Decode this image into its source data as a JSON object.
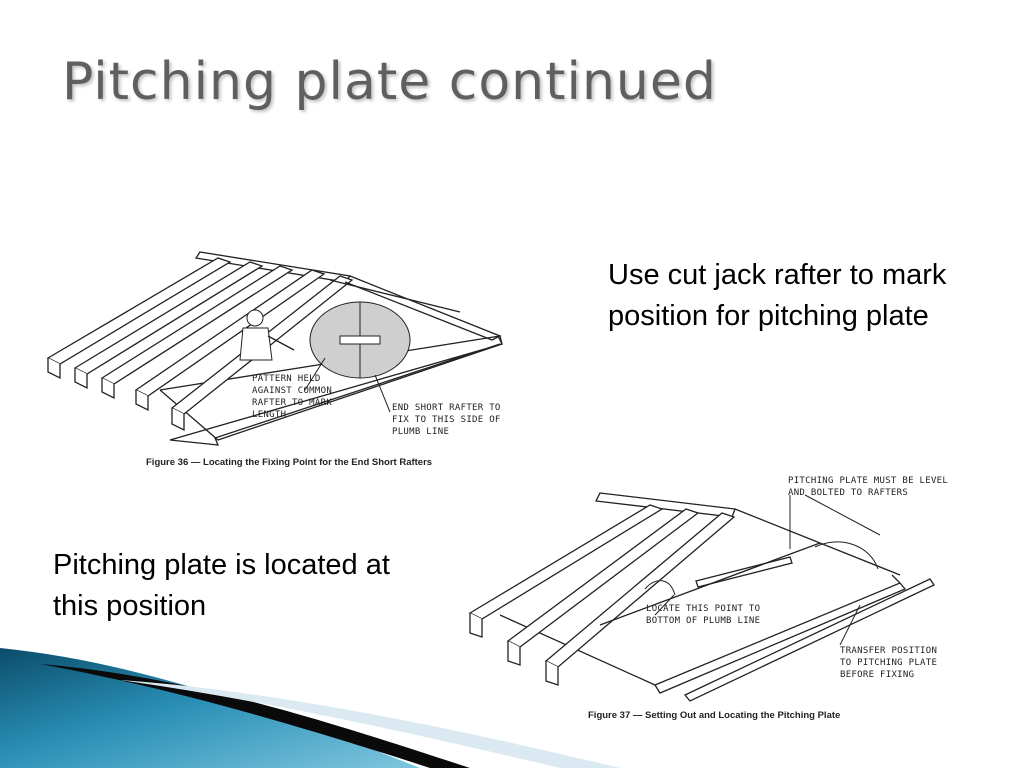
{
  "slide": {
    "title": "Pitching plate continued",
    "text_right": "Use cut jack rafter to mark position for pitching plate",
    "text_left": "Pitching plate is located at this position"
  },
  "figure36": {
    "caption": "Figure 36 — Locating the Fixing Point for the End Short Rafters",
    "label_pattern": "PATTERN HELD AGAINST COMMON RAFTER TO MARK LENGTH",
    "label_end": "END SHORT RAFTER TO FIX TO THIS SIDE OF PLUMB LINE"
  },
  "figure37": {
    "caption": "Figure 37 — Setting Out and Locating the Pitching Plate",
    "label_level": "PITCHING PLATE MUST BE LEVEL AND BOLTED TO RAFTERS",
    "label_locate": "LOCATE THIS POINT TO BOTTOM OF PLUMB LINE",
    "label_transfer": "TRANSFER POSITION TO PITCHING PLATE BEFORE FIXING"
  },
  "colors": {
    "title": "#5f5f5f",
    "accent_blue": "#2a8fb5",
    "accent_dark": "#0b4d6b"
  }
}
